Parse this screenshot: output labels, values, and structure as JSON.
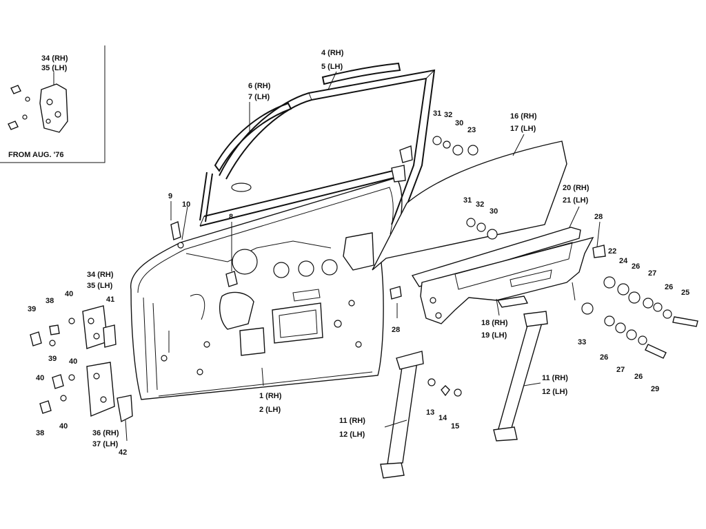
{
  "inset": {
    "caption": "FROM AUG. '76",
    "label_rh": "34 (RH)",
    "label_lh": "35 (LH)"
  },
  "labels": [
    {
      "id": "p4",
      "text": "4 (RH)"
    },
    {
      "id": "p5",
      "text": "5 (LH)"
    },
    {
      "id": "p6",
      "text": "6 (RH)"
    },
    {
      "id": "p7",
      "text": "7 (LH)"
    },
    {
      "id": "p16",
      "text": "16 (RH)"
    },
    {
      "id": "p17",
      "text": "17 (LH)"
    },
    {
      "id": "p20",
      "text": "20 (RH)"
    },
    {
      "id": "p21",
      "text": "21 (LH)"
    },
    {
      "id": "p1",
      "text": "1 (RH)"
    },
    {
      "id": "p2",
      "text": "2 (LH)"
    },
    {
      "id": "p18",
      "text": "18 (RH)"
    },
    {
      "id": "p19",
      "text": "19 (LH)"
    },
    {
      "id": "p11a",
      "text": "11 (RH)"
    },
    {
      "id": "p12a",
      "text": "12 (LH)"
    },
    {
      "id": "p11b",
      "text": "11 (RH)"
    },
    {
      "id": "p12b",
      "text": "12 (LH)"
    },
    {
      "id": "p34",
      "text": "34 (RH)"
    },
    {
      "id": "p35",
      "text": "35 (LH)"
    },
    {
      "id": "p36",
      "text": "36 (RH)"
    },
    {
      "id": "p37",
      "text": "37 (LH)"
    },
    {
      "id": "n31a",
      "text": "31"
    },
    {
      "id": "n32a",
      "text": "32"
    },
    {
      "id": "n30a",
      "text": "30"
    },
    {
      "id": "n23",
      "text": "23"
    },
    {
      "id": "n31b",
      "text": "31"
    },
    {
      "id": "n32b",
      "text": "32"
    },
    {
      "id": "n30b",
      "text": "30"
    },
    {
      "id": "n9",
      "text": "9"
    },
    {
      "id": "n10",
      "text": "10"
    },
    {
      "id": "n8",
      "text": "8"
    },
    {
      "id": "n28a",
      "text": "28"
    },
    {
      "id": "n28b",
      "text": "28"
    },
    {
      "id": "n22",
      "text": "22"
    },
    {
      "id": "n24",
      "text": "24"
    },
    {
      "id": "n26a",
      "text": "26"
    },
    {
      "id": "n27a",
      "text": "27"
    },
    {
      "id": "n26b",
      "text": "26"
    },
    {
      "id": "n25",
      "text": "25"
    },
    {
      "id": "n33",
      "text": "33"
    },
    {
      "id": "n26c",
      "text": "26"
    },
    {
      "id": "n27b",
      "text": "27"
    },
    {
      "id": "n26d",
      "text": "26"
    },
    {
      "id": "n29",
      "text": "29"
    },
    {
      "id": "n13",
      "text": "13"
    },
    {
      "id": "n14",
      "text": "14"
    },
    {
      "id": "n15",
      "text": "15"
    },
    {
      "id": "n39a",
      "text": "39"
    },
    {
      "id": "n38a",
      "text": "38"
    },
    {
      "id": "n40a",
      "text": "40"
    },
    {
      "id": "n41",
      "text": "41"
    },
    {
      "id": "n39b",
      "text": "39"
    },
    {
      "id": "n40b",
      "text": "40"
    },
    {
      "id": "n40c",
      "text": "40"
    },
    {
      "id": "n38b",
      "text": "38"
    },
    {
      "id": "n40d",
      "text": "40"
    },
    {
      "id": "n42",
      "text": "42"
    }
  ]
}
